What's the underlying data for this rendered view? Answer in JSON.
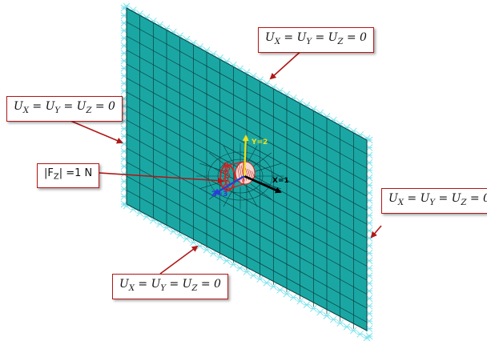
{
  "labels": {
    "bc_top": "U_X = U_Y = U_Z = 0",
    "bc_left": "U_X = U_Y = U_Z = 0",
    "bc_right": "U_X = U_Y = U_Z = 0",
    "bc_bottom": "U_X = U_Y = U_Z = 0",
    "force": "|F_Z| =1 N"
  },
  "axes": {
    "x": "X=1",
    "y": "Y=2",
    "z": "Z=3"
  },
  "colors": {
    "plate_fill": "#1aa7a4",
    "mesh_line": "#0b3e3e",
    "support_symbol": "#7fe3ec",
    "leader_line": "#b01818",
    "axis_x": "#000000",
    "axis_y": "#f2e01a",
    "axis_z": "#2a3cd8",
    "inclusion": "#d42020"
  }
}
